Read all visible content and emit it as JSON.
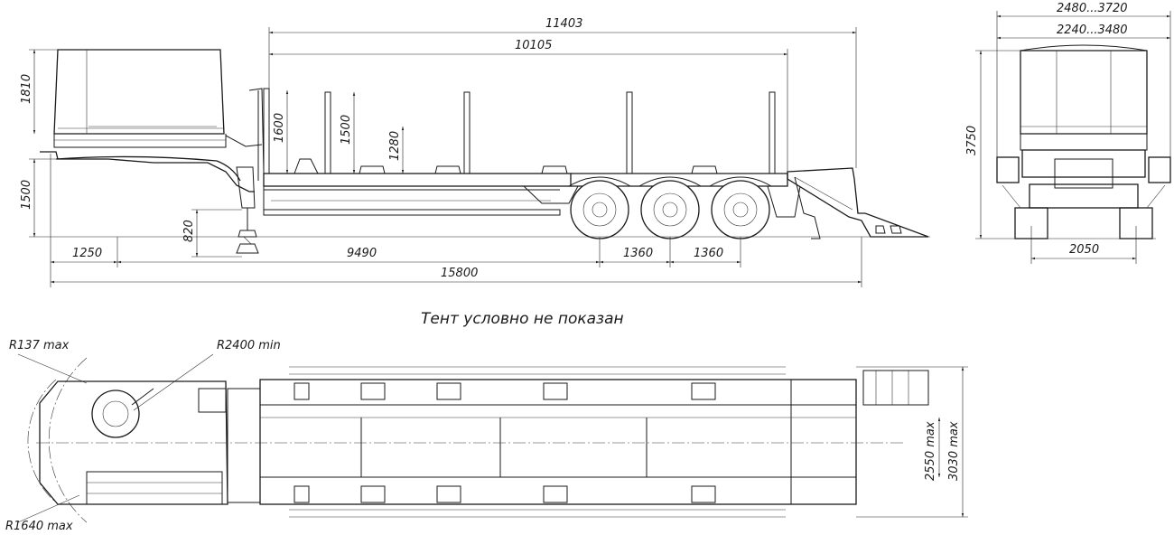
{
  "dimensions": {
    "side": {
      "length_body": "11403",
      "length_platform": "10105",
      "height_tent": "1810",
      "height_frame": "1500",
      "stake_1600": "1600",
      "stake_1500": "1500",
      "deck_height": "1280",
      "support_820": "820",
      "front_overhang": "1250",
      "base_length": "9490",
      "axle_spacing_1": "1360",
      "axle_spacing_2": "1360",
      "overall_length": "15800"
    },
    "rear": {
      "width_outer": "2480...3720",
      "width_inner": "2240...3480",
      "height_total": "3750",
      "track": "2050"
    },
    "top": {
      "radius_front": "R137 max",
      "radius_turn": "R2400 min",
      "radius_sweep": "R1640 max",
      "width_platform": "2550 max",
      "width_extended": "3030 max"
    }
  },
  "note": "Тент условно не показан"
}
